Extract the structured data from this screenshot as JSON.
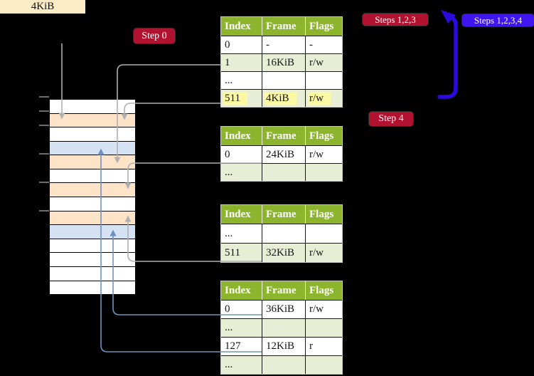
{
  "legend": {
    "label": "4KiB"
  },
  "badges": {
    "step0": {
      "label": "Step 0"
    },
    "steps123": {
      "label": "Steps 1,2,3"
    },
    "steps1234": {
      "label": "Steps 1,2,3,4"
    },
    "step4": {
      "label": "Step 4"
    }
  },
  "memory_strip": {
    "row_colors": [
      "white",
      "orange",
      "white",
      "blue",
      "orange",
      "white",
      "orange",
      "white",
      "orange",
      "blue",
      "white",
      "white",
      "white",
      "white"
    ]
  },
  "page_tables": [
    {
      "name": "page-table-1",
      "headers": [
        "Index",
        "Frame",
        "Flags"
      ],
      "rows": [
        {
          "cells": [
            "0",
            "-",
            "-"
          ],
          "shaded": false,
          "highlight": false
        },
        {
          "cells": [
            "1",
            "16KiB",
            "r/w"
          ],
          "shaded": true,
          "highlight": false
        },
        {
          "cells": [
            "...",
            "",
            ""
          ],
          "shaded": false,
          "highlight": false
        },
        {
          "cells": [
            "511",
            "4KiB",
            "r/w"
          ],
          "shaded": true,
          "highlight": true
        }
      ]
    },
    {
      "name": "page-table-2",
      "headers": [
        "Index",
        "Frame",
        "Flags"
      ],
      "rows": [
        {
          "cells": [
            "0",
            "24KiB",
            "r/w"
          ],
          "shaded": false,
          "highlight": false
        },
        {
          "cells": [
            "...",
            "",
            ""
          ],
          "shaded": true,
          "highlight": false
        }
      ]
    },
    {
      "name": "page-table-3",
      "headers": [
        "Index",
        "Frame",
        "Flags"
      ],
      "rows": [
        {
          "cells": [
            "...",
            "",
            ""
          ],
          "shaded": false,
          "highlight": false
        },
        {
          "cells": [
            "511",
            "32KiB",
            "r/w"
          ],
          "shaded": true,
          "highlight": false
        }
      ]
    },
    {
      "name": "page-table-4",
      "headers": [
        "Index",
        "Frame",
        "Flags"
      ],
      "rows": [
        {
          "cells": [
            "0",
            "36KiB",
            "r/w"
          ],
          "shaded": false,
          "highlight": false
        },
        {
          "cells": [
            "...",
            "",
            ""
          ],
          "shaded": true,
          "highlight": false
        },
        {
          "cells": [
            "127",
            "12KiB",
            "r"
          ],
          "shaded": false,
          "highlight": false
        },
        {
          "cells": [
            "...",
            "",
            ""
          ],
          "shaded": true,
          "highlight": false
        }
      ]
    }
  ],
  "colors": {
    "header_green": "#8cb42d",
    "row_shaded": "#e8eed6",
    "highlight_yellow": "#fbf8a4",
    "strip_orange": "#fde4c8",
    "strip_blue": "#d4e2f4",
    "legend_cream": "#fcecc5",
    "badge_crimson": "#b0122f",
    "badge_blue": "#3f16f0",
    "arrow_blue": "#2c0add",
    "connector_gray": "#b0b0b0",
    "connector_steelblue": "#7092be"
  }
}
